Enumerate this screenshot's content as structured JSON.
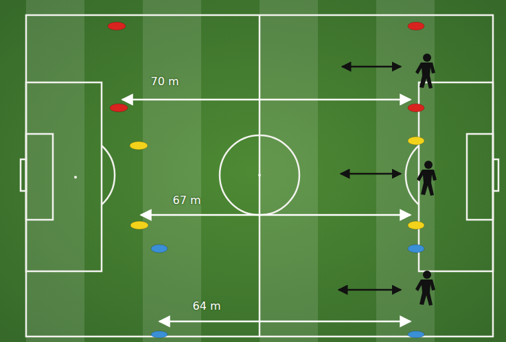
{
  "diagram": {
    "labels": [
      "70 m",
      "67 m",
      "64 m"
    ]
  }
}
